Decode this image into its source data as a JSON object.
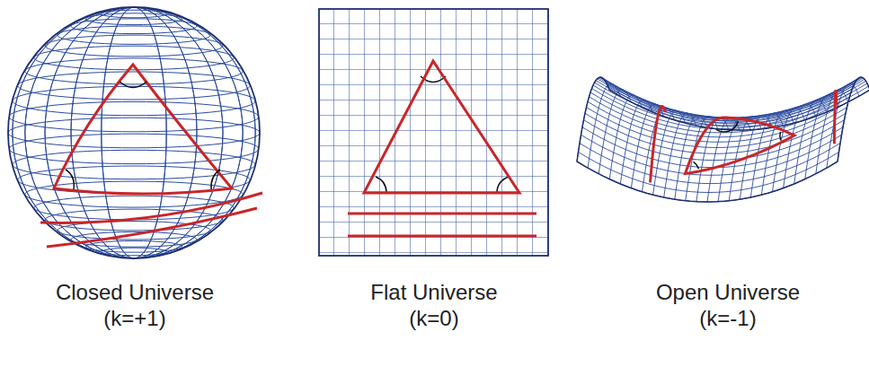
{
  "diagram": {
    "labels": [
      "Closed Universe",
      "(k=+1)",
      "Flat Universe",
      "(k=0)",
      "Open Universe",
      "(k=-1)"
    ]
  }
}
